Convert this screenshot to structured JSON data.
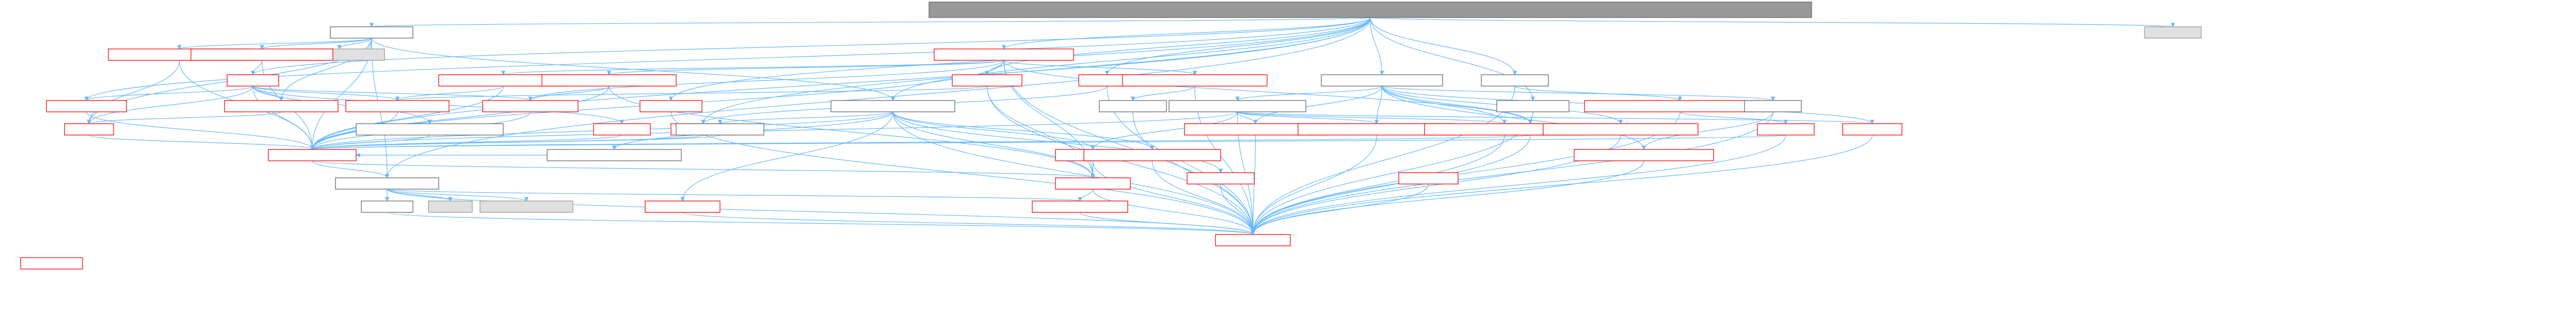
{
  "colors": {
    "root_fill": "#999999",
    "root_border": "#666666",
    "plain_border": "#666666",
    "plain_fill": "#ffffff",
    "external_fill": "#e0e0e0",
    "external_border": "#999999",
    "undocumented_border": "#ff0000",
    "edge": "#63b8ff"
  },
  "nodes": [
    {
      "id": "root",
      "label": "",
      "style": "root"
    },
    {
      "id": "n_top_grey",
      "label": "",
      "style": "external"
    },
    {
      "id": "n_l1_plain",
      "label": "",
      "style": "plain"
    },
    {
      "id": "n_l1_ext",
      "label": "",
      "style": "external"
    },
    {
      "id": "n_l1_red_a",
      "label": "",
      "style": "undocumented"
    },
    {
      "id": "n_l1_red_b",
      "label": "",
      "style": "undocumented"
    },
    {
      "id": "n_l1_red_c",
      "label": "",
      "style": "undocumented"
    },
    {
      "id": "n_l2_red_sm",
      "label": "",
      "style": "undocumented"
    },
    {
      "id": "n_l2_red_mid",
      "label": "",
      "style": "undocumented"
    },
    {
      "id": "n_l2_red_b1",
      "label": "",
      "style": "undocumented"
    },
    {
      "id": "n_l2_red_b2",
      "label": "",
      "style": "undocumented"
    },
    {
      "id": "n_l2_red_c1",
      "label": "",
      "style": "undocumented"
    },
    {
      "id": "n_l2_red_c2",
      "label": "",
      "style": "undocumented"
    },
    {
      "id": "n_r_plain",
      "label": "",
      "style": "plain"
    },
    {
      "id": "n_r_red_long",
      "label": "",
      "style": "undocumented"
    },
    {
      "id": "n_r_plain2",
      "label": "",
      "style": "plain"
    },
    {
      "id": "n_r_plain3",
      "label": "",
      "style": "plain"
    },
    {
      "id": "n_r_red_small",
      "label": "",
      "style": "undocumented"
    },
    {
      "id": "n_mid_plain",
      "label": "",
      "style": "plain"
    },
    {
      "id": "n_mid_plain2",
      "label": "",
      "style": "plain"
    },
    {
      "id": "n_l3_red_a",
      "label": "",
      "style": "undocumented"
    },
    {
      "id": "n_l3_red_b",
      "label": "",
      "style": "undocumented"
    },
    {
      "id": "n_l3_red_c",
      "label": "",
      "style": "undocumented"
    },
    {
      "id": "n_l3_red_d",
      "label": "",
      "style": "undocumented"
    },
    {
      "id": "n_l3_red_e",
      "label": "",
      "style": "undocumented"
    },
    {
      "id": "n_l3_red_f",
      "label": "",
      "style": "undocumented"
    },
    {
      "id": "n_l3_red_g",
      "label": "",
      "style": "undocumented"
    },
    {
      "id": "n_l3_red_h",
      "label": "",
      "style": "undocumented"
    },
    {
      "id": "n_l3_red_i",
      "label": "",
      "style": "undocumented"
    },
    {
      "id": "n_l3_red_j",
      "label": "",
      "style": "undocumented"
    },
    {
      "id": "n_l3_red_k",
      "label": "",
      "style": "undocumented"
    },
    {
      "id": "n_l3_red_l",
      "label": "",
      "style": "undocumented"
    },
    {
      "id": "n_l3_plain_a",
      "label": "",
      "style": "plain"
    },
    {
      "id": "n_l3_plain_b",
      "label": "",
      "style": "plain"
    },
    {
      "id": "n_l3_plain_c",
      "label": "",
      "style": "plain"
    },
    {
      "id": "n_l4_red_a",
      "label": "",
      "style": "undocumented"
    },
    {
      "id": "n_l4_red_b",
      "label": "",
      "style": "undocumented"
    },
    {
      "id": "n_l4_red_c",
      "label": "",
      "style": "undocumented"
    },
    {
      "id": "n_l4_red_d",
      "label": "",
      "style": "undocumented"
    },
    {
      "id": "n_l4_red_e",
      "label": "",
      "style": "undocumented"
    },
    {
      "id": "n_l4_red_f",
      "label": "",
      "style": "undocumented"
    },
    {
      "id": "n_l4_red_g",
      "label": "",
      "style": "undocumented"
    },
    {
      "id": "n_l4_plain_a",
      "label": "",
      "style": "plain"
    },
    {
      "id": "n_l4_plain_b",
      "label": "",
      "style": "plain"
    },
    {
      "id": "n_l5_plain",
      "label": "",
      "style": "plain"
    },
    {
      "id": "n_l5_red_a",
      "label": "",
      "style": "undocumented"
    },
    {
      "id": "n_l5_red_b",
      "label": "",
      "style": "undocumented"
    },
    {
      "id": "n_l5_red_c",
      "label": "",
      "style": "undocumented"
    },
    {
      "id": "n_l6_plain_a",
      "label": "",
      "style": "plain"
    },
    {
      "id": "n_l6_ext_a",
      "label": "",
      "style": "external"
    },
    {
      "id": "n_l6_ext_b",
      "label": "",
      "style": "external"
    },
    {
      "id": "n_l6_red_a",
      "label": "",
      "style": "undocumented"
    },
    {
      "id": "n_l6_red_b",
      "label": "",
      "style": "undocumented"
    },
    {
      "id": "n_sink",
      "label": "",
      "style": "undocumented"
    }
  ],
  "edges": [
    [
      "root",
      "n_top_grey"
    ],
    [
      "root",
      "n_l1_plain"
    ],
    [
      "root",
      "n_l1_red_c"
    ],
    [
      "root",
      "n_r_plain"
    ],
    [
      "root",
      "n_l2_red_sm"
    ],
    [
      "root",
      "n_l2_red_mid"
    ],
    [
      "root",
      "n_l2_red_c1"
    ],
    [
      "root",
      "n_r_plain3"
    ],
    [
      "root",
      "n_l3_red_a"
    ],
    [
      "root",
      "n_l5_plain"
    ],
    [
      "root",
      "n_mid_plain"
    ],
    [
      "root",
      "n_l3_red_e"
    ],
    [
      "root",
      "n_l4_red_a"
    ],
    [
      "root",
      "n_r_plain2"
    ],
    [
      "root",
      "n_l3_red_f"
    ],
    [
      "n_l1_plain",
      "n_l1_ext"
    ],
    [
      "n_l1_plain",
      "n_l1_red_a"
    ],
    [
      "n_l1_plain",
      "n_l1_red_b"
    ],
    [
      "n_l1_plain",
      "n_mid_plain"
    ],
    [
      "n_l1_plain",
      "n_l3_red_b"
    ],
    [
      "n_l1_plain",
      "n_l4_red_b"
    ],
    [
      "n_l1_plain",
      "n_l4_red_a"
    ],
    [
      "n_l1_plain",
      "n_l5_plain"
    ],
    [
      "n_l1_red_a",
      "n_l4_red_b"
    ],
    [
      "n_l1_red_a",
      "n_l4_red_a"
    ],
    [
      "n_l1_red_b",
      "n_l2_red_sm"
    ],
    [
      "n_l1_red_b",
      "n_l4_red_a"
    ],
    [
      "n_l2_red_sm",
      "n_l3_red_a"
    ],
    [
      "n_l2_red_sm",
      "n_l3_red_b"
    ],
    [
      "n_l2_red_sm",
      "n_l3_red_c"
    ],
    [
      "n_l2_red_sm",
      "n_l4_red_b"
    ],
    [
      "n_l2_red_sm",
      "n_l4_red_a"
    ],
    [
      "n_l2_red_sm",
      "n_l3_red_d"
    ],
    [
      "n_l2_red_sm",
      "n_l4_plain_a"
    ],
    [
      "n_l2_red_sm",
      "n_l4_red_c"
    ],
    [
      "n_l1_red_c",
      "n_l2_red_b1"
    ],
    [
      "n_l1_red_c",
      "n_l2_red_b2"
    ],
    [
      "n_l1_red_c",
      "n_l2_red_mid"
    ],
    [
      "n_l1_red_c",
      "n_l2_red_c2"
    ],
    [
      "n_l1_red_c",
      "n_l3_red_d"
    ],
    [
      "n_l1_red_c",
      "n_l4_red_a"
    ],
    [
      "n_l1_red_c",
      "n_l5_red_a"
    ],
    [
      "n_l1_red_c",
      "n_r_red_small"
    ],
    [
      "n_l1_red_c",
      "n_sink"
    ],
    [
      "n_l2_red_b1",
      "n_l3_red_c"
    ],
    [
      "n_l2_red_b1",
      "n_l4_red_a"
    ],
    [
      "n_l2_red_b2",
      "n_l3_red_d"
    ],
    [
      "n_l2_red_b2",
      "n_l4_red_a"
    ],
    [
      "n_l2_red_b2",
      "n_l5_red_a"
    ],
    [
      "n_l2_red_mid",
      "n_l3_red_c"
    ],
    [
      "n_l2_red_mid",
      "n_l5_red_a"
    ],
    [
      "n_l2_red_mid",
      "n_sink"
    ],
    [
      "n_l2_red_c1",
      "n_l3_red_e"
    ],
    [
      "n_l2_red_c1",
      "n_sink"
    ],
    [
      "n_l2_red_c2",
      "n_l3_plain_b"
    ],
    [
      "n_l2_red_c2",
      "n_sink"
    ],
    [
      "n_mid_plain",
      "n_l3_plain_a"
    ],
    [
      "n_mid_plain",
      "n_l4_plain_b"
    ],
    [
      "n_mid_plain",
      "n_l4_red_d"
    ],
    [
      "n_mid_plain",
      "n_l4_red_a"
    ],
    [
      "n_mid_plain",
      "n_l5_red_a"
    ],
    [
      "n_mid_plain",
      "n_l5_red_b"
    ],
    [
      "n_mid_plain",
      "n_l6_red_a"
    ],
    [
      "n_mid_plain",
      "n_l4_red_e"
    ],
    [
      "n_mid_plain",
      "n_sink"
    ],
    [
      "n_r_plain",
      "n_mid_plain2"
    ],
    [
      "n_r_plain",
      "n_l3_red_g"
    ],
    [
      "n_r_plain",
      "n_l3_red_h"
    ],
    [
      "n_r_plain",
      "n_l3_red_i"
    ],
    [
      "n_r_plain",
      "n_l3_red_j"
    ],
    [
      "n_r_plain",
      "n_l3_plain_c"
    ],
    [
      "n_r_plain",
      "n_l4_red_g"
    ],
    [
      "n_r_plain",
      "n_r_red_small"
    ],
    [
      "n_r_plain",
      "n_l4_red_f"
    ],
    [
      "n_mid_plain2",
      "n_l4_red_a"
    ],
    [
      "n_mid_plain2",
      "n_l4_red_d"
    ],
    [
      "n_mid_plain2",
      "n_l3_red_g"
    ],
    [
      "n_mid_plain2",
      "n_l3_red_h"
    ],
    [
      "n_mid_plain2",
      "n_l3_red_i"
    ],
    [
      "n_mid_plain2",
      "n_l4_red_g"
    ],
    [
      "n_mid_plain2",
      "n_sink"
    ],
    [
      "n_r_plain2",
      "n_r_red_small"
    ],
    [
      "n_r_plain2",
      "n_sink"
    ],
    [
      "n_r_plain3",
      "n_r_red_long"
    ],
    [
      "n_r_plain3",
      "n_sink"
    ],
    [
      "n_r_red_long",
      "n_l3_red_k"
    ],
    [
      "n_r_red_long",
      "n_sink"
    ],
    [
      "n_l3_red_k",
      "n_l4_red_a"
    ],
    [
      "n_l3_red_k",
      "n_sink"
    ],
    [
      "n_r_red_small",
      "n_l4_red_a"
    ],
    [
      "n_r_red_small",
      "n_sink"
    ],
    [
      "n_l3_red_g",
      "n_sink"
    ],
    [
      "n_l3_red_h",
      "n_sink"
    ],
    [
      "n_l3_red_i",
      "n_sink"
    ],
    [
      "n_l3_red_j",
      "n_sink"
    ],
    [
      "n_l3_plain_c",
      "n_l4_red_f"
    ],
    [
      "n_l3_plain_c",
      "n_sink"
    ],
    [
      "n_l4_red_f",
      "n_sink"
    ],
    [
      "n_l3_red_a",
      "n_l4_red_a"
    ],
    [
      "n_l3_red_b",
      "n_l4_red_b"
    ],
    [
      "n_l3_red_c",
      "n_l4_red_a"
    ],
    [
      "n_l3_red_d",
      "n_l4_red_a"
    ],
    [
      "n_l3_red_e",
      "n_l4_red_a"
    ],
    [
      "n_l3_red_f",
      "n_sink"
    ],
    [
      "n_l3_plain_a",
      "n_l4_red_a"
    ],
    [
      "n_l3_plain_b",
      "n_sink"
    ],
    [
      "n_l4_red_b",
      "n_l4_red_a"
    ],
    [
      "n_l4_red_c",
      "n_l4_red_a"
    ],
    [
      "n_l4_plain_a",
      "n_l4_red_a"
    ],
    [
      "n_l4_plain_b",
      "n_l4_red_a"
    ],
    [
      "n_l4_red_d",
      "n_l5_red_a"
    ],
    [
      "n_l4_red_d",
      "n_l5_red_b"
    ],
    [
      "n_l4_red_d",
      "n_sink"
    ],
    [
      "n_l4_red_e",
      "n_sink"
    ],
    [
      "n_l4_red_g",
      "n_sink"
    ],
    [
      "n_l4_red_a",
      "n_l5_plain"
    ],
    [
      "n_l4_red_a",
      "n_l5_red_a"
    ],
    [
      "n_l5_red_a",
      "n_l6_red_b"
    ],
    [
      "n_l5_red_a",
      "n_sink"
    ],
    [
      "n_l5_red_b",
      "n_sink"
    ],
    [
      "n_l5_red_c",
      "n_sink"
    ],
    [
      "n_l5_plain",
      "n_l6_plain_a"
    ],
    [
      "n_l5_plain",
      "n_l6_ext_a"
    ],
    [
      "n_l5_plain",
      "n_l6_ext_b"
    ],
    [
      "n_l5_plain",
      "n_l6_red_b"
    ],
    [
      "n_l5_plain",
      "n_sink"
    ],
    [
      "n_l6_plain_a",
      "n_sink"
    ],
    [
      "n_l6_red_a",
      "n_sink"
    ],
    [
      "n_l6_red_b",
      "n_sink"
    ]
  ]
}
